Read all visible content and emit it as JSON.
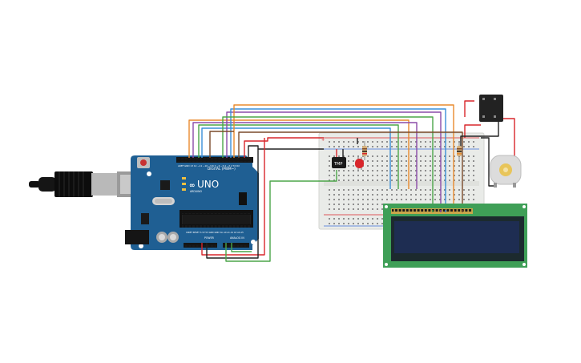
{
  "arduino": {
    "logo_text": "UNO",
    "brand_text": "ARDUINO",
    "digital_header_label": "DIGITAL (PWM~)",
    "power_header_label": "POWER",
    "analog_header_label": "ANALOG IN"
  },
  "temperature_sensor": {
    "label": "TMP"
  },
  "colors": {
    "arduino_board": "#1f5f93",
    "breadboard": "#e9ebe8",
    "lcd_pcb": "#3f9f57",
    "lcd_screen": "#1e2d52",
    "led": "#d8262b",
    "motor_body": "#dcdcdc",
    "relay_body": "#222222",
    "wire_orange": "#e98a2d",
    "wire_blue": "#3a8fd8",
    "wire_purple": "#8a4ba8",
    "wire_green": "#4ba549",
    "wire_brown": "#7a4a2a",
    "wire_red": "#d8262b",
    "wire_black": "#222222"
  }
}
